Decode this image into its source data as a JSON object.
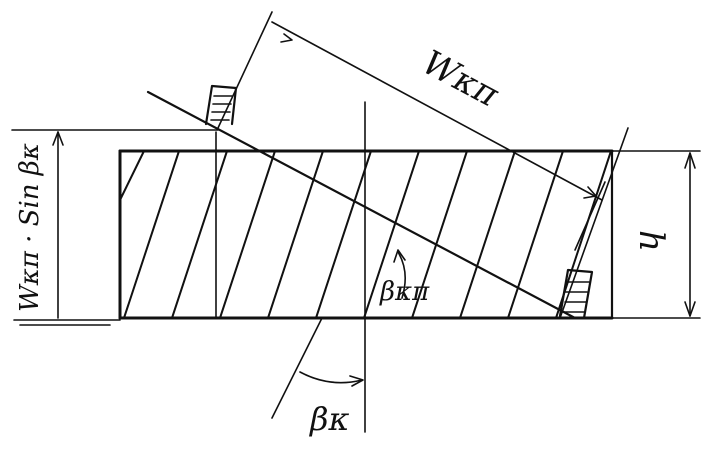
{
  "labels": {
    "wkn_top": "Wκπ",
    "h": "h",
    "beta_kn": "βκπ",
    "beta_k": "βκ",
    "left_dim_expr": "Wκπ · Sin βκ"
  },
  "colors": {
    "ink": "#111111",
    "background": "#ffffff"
  }
}
